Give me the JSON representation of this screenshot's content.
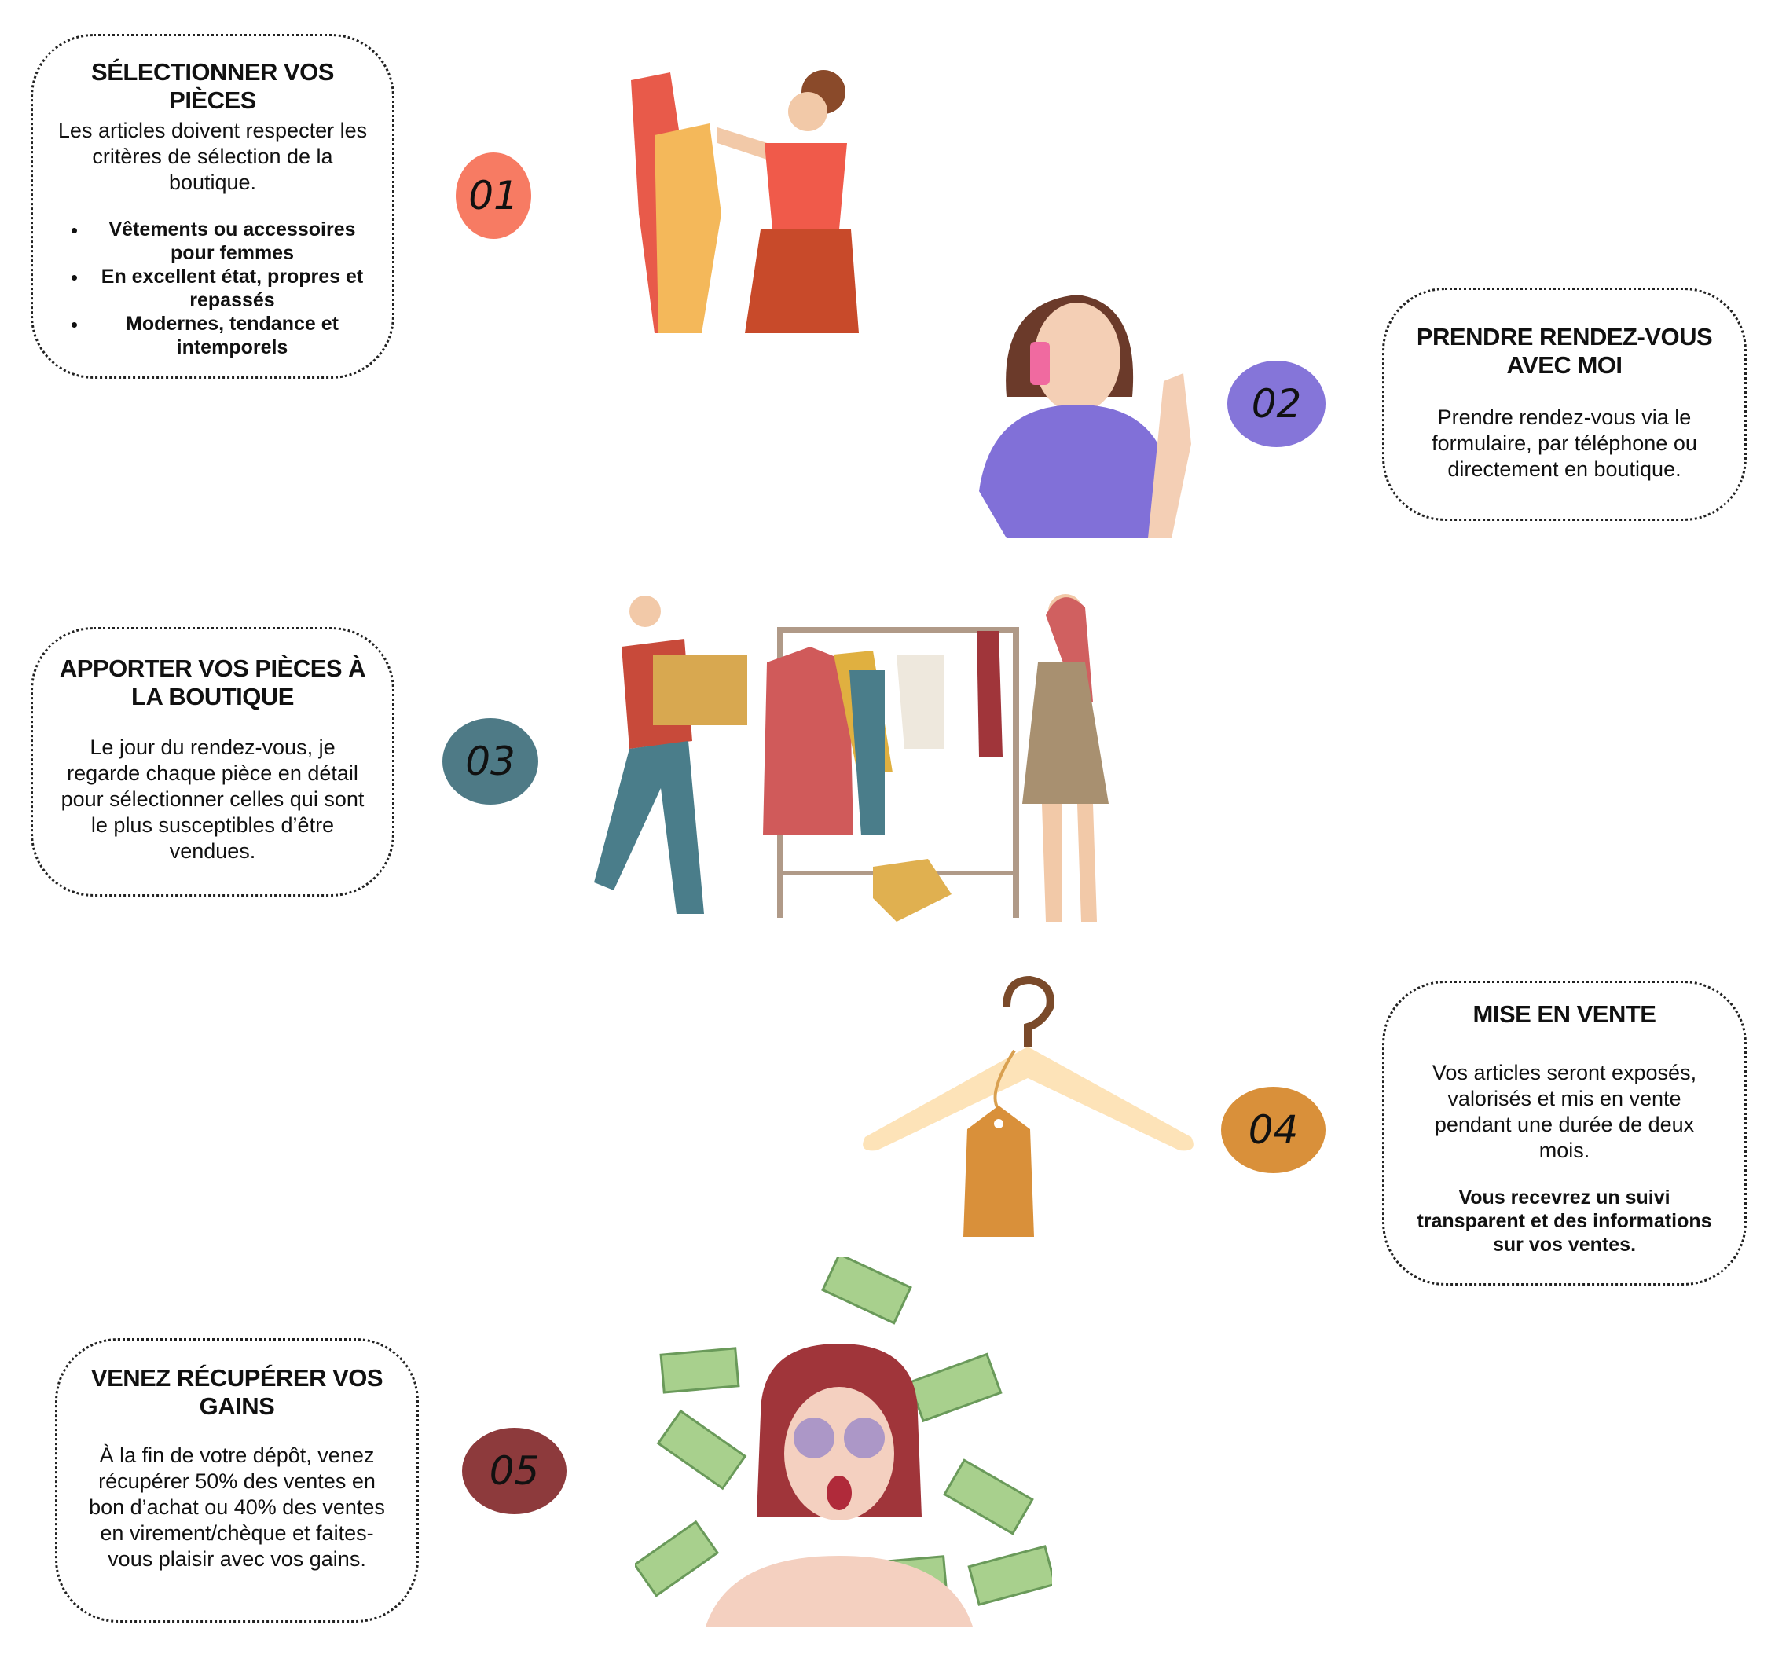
{
  "steps": [
    {
      "number": "01",
      "title": "SÉLECTIONNER VOS PIÈCES",
      "text": "Les articles doivent respecter les critères de sélection de la boutique.",
      "bullets": [
        "Vêtements ou accessoires pour femmes",
        "En excellent état, propres et repassés",
        "Modernes, tendance et intemporels"
      ],
      "color": "#f77b63",
      "illustration": "woman-choosing-clothes"
    },
    {
      "number": "02",
      "title": "PRENDRE RENDEZ-VOUS AVEC MOI",
      "text": "Prendre rendez-vous via le formulaire, par téléphone ou directement en boutique.",
      "color": "#8575d9",
      "illustration": "woman-on-phone"
    },
    {
      "number": "03",
      "title": "APPORTER VOS PIÈCES À LA BOUTIQUE",
      "text": "Le jour du rendez-vous, je regarde chaque pièce en détail pour sélectionner celles qui sont le plus susceptibles d’être vendues.",
      "color": "#4e7a86",
      "illustration": "women-clothing-rack"
    },
    {
      "number": "04",
      "title": "MISE EN VENTE",
      "text": "Vos articles seront exposés, valorisés et mis en vente pendant une durée de deux mois.",
      "bold_text": "Vous recevrez un suivi transparent et des informations sur vos ventes.",
      "color": "#d9903a",
      "illustration": "hanger-price-tag"
    },
    {
      "number": "05",
      "title": "VENEZ RÉCUPÉRER VOS GAINS",
      "text": "À la fin de votre dépôt, venez récupérer 50% des ventes en bon d’achat ou 40% des ventes en virement/chèque et faites-vous plaisir avec vos gains.",
      "color": "#8d3a3c",
      "illustration": "woman-money"
    }
  ]
}
